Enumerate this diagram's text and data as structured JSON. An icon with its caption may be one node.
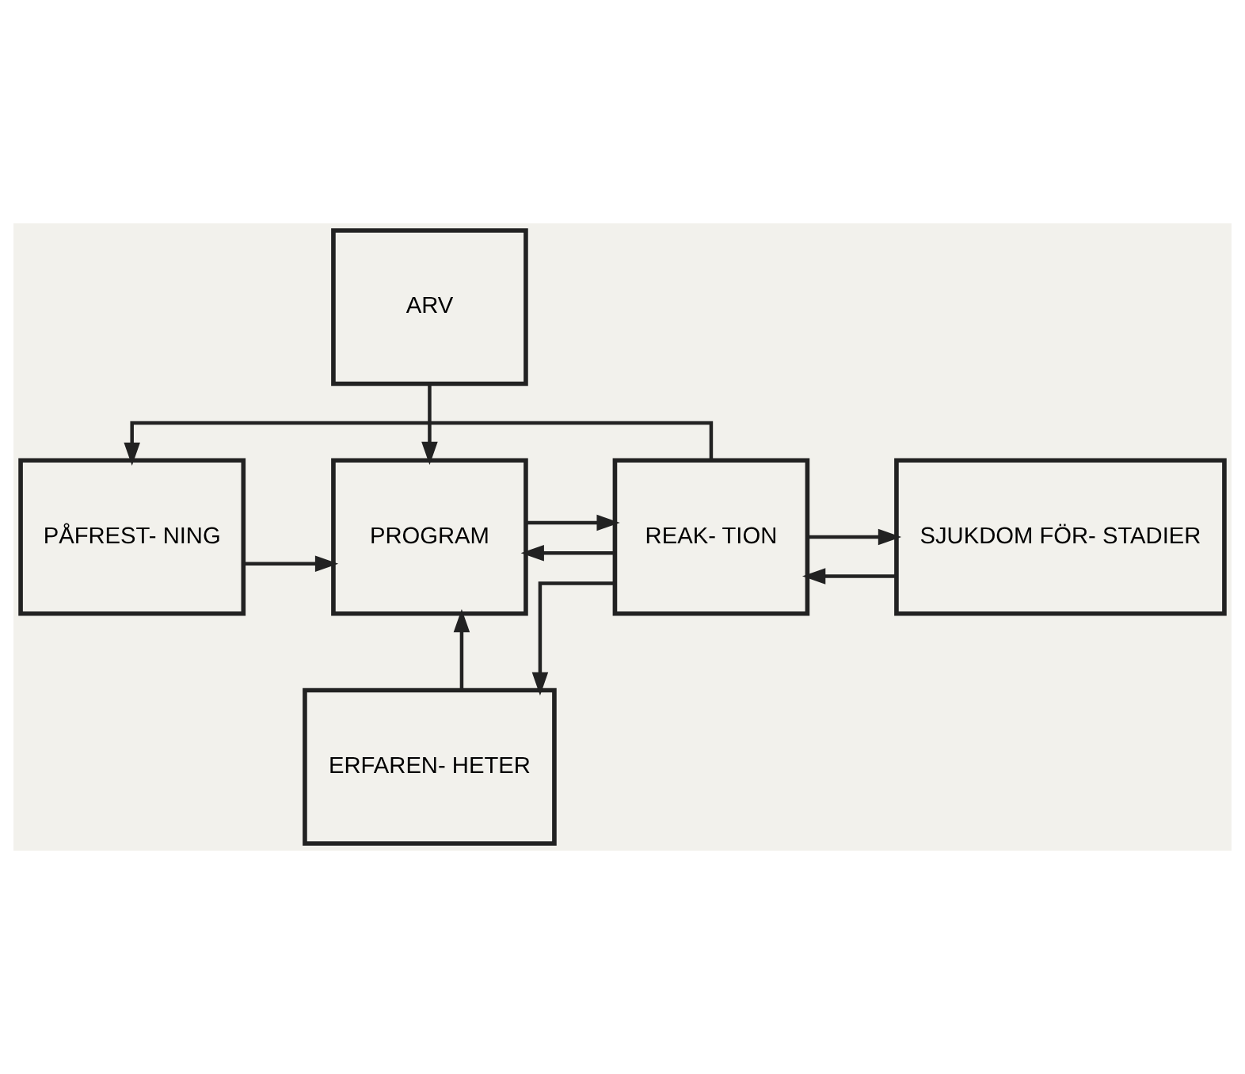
{
  "diagram": {
    "nodes": [
      {
        "text": [
          "ARV"
        ]
      },
      {
        "text": [
          "PÅFREST- NING"
        ]
      },
      {
        "text": [
          "PROGRAM"
        ]
      },
      {
        "text": [
          "REAK- TION"
        ]
      },
      {
        "text": [
          "SJUKDOM FÖR- STADIER"
        ]
      },
      {
        "text": [
          "ERFAREN- HETER"
        ]
      }
    ],
    "edges": [
      {
        "from": 0,
        "to": 2,
        "arrow": "to"
      },
      {
        "from": 1,
        "to": 2,
        "arrow": "to"
      },
      {
        "from": 2,
        "to": 3,
        "arrow": "to"
      },
      {
        "from": 3,
        "to": 2,
        "arrow": "to"
      },
      {
        "from": 3,
        "to": 4,
        "arrow": "to"
      },
      {
        "from": 4,
        "to": 3,
        "arrow": "to"
      },
      {
        "from": 5,
        "to": 2,
        "arrow": "to"
      },
      {
        "from": 3,
        "to": 5,
        "arrow": "to"
      },
      {
        "from": 3,
        "to": 1,
        "arrow": "to"
      }
    ]
  }
}
